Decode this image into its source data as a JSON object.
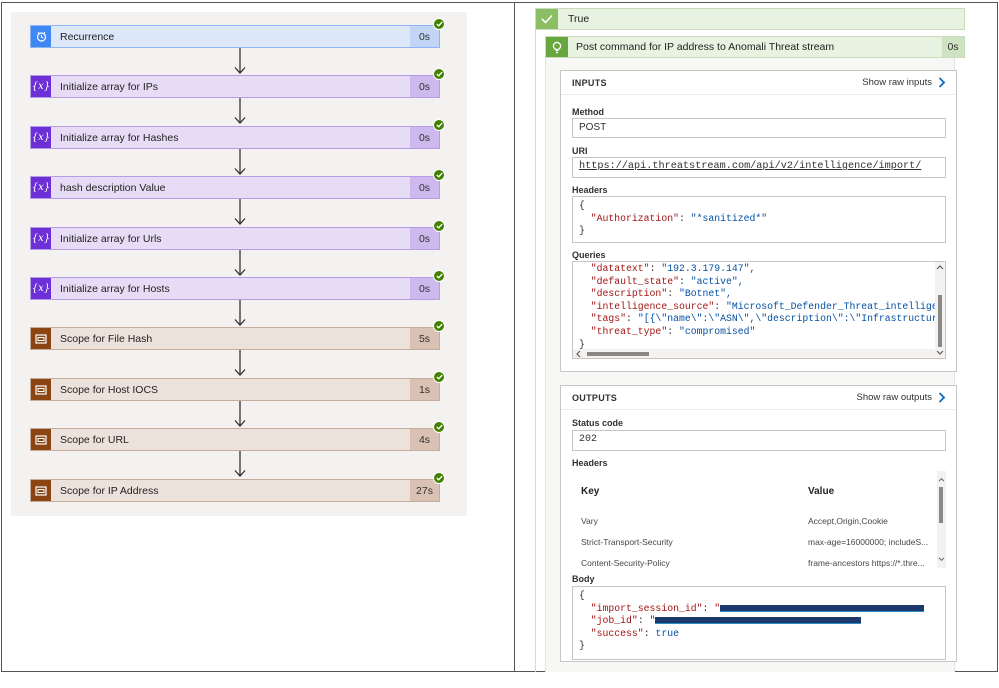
{
  "flow": {
    "steps": [
      {
        "label": "Recurrence",
        "duration": "0s",
        "kind": "recurrence",
        "icon": "clock-icon",
        "status": "succeeded"
      },
      {
        "label": "Initialize array for IPs",
        "duration": "0s",
        "kind": "variable",
        "icon": "variable-icon",
        "status": "succeeded"
      },
      {
        "label": "Initialize array for Hashes",
        "duration": "0s",
        "kind": "variable",
        "icon": "variable-icon",
        "status": "succeeded"
      },
      {
        "label": "hash description Value",
        "duration": "0s",
        "kind": "variable",
        "icon": "variable-icon",
        "status": "succeeded"
      },
      {
        "label": "Initialize array for Urls",
        "duration": "0s",
        "kind": "variable",
        "icon": "variable-icon",
        "status": "succeeded"
      },
      {
        "label": "Initialize array for Hosts",
        "duration": "0s",
        "kind": "variable",
        "icon": "variable-icon",
        "status": "succeeded"
      },
      {
        "label": "Scope for File Hash",
        "duration": "5s",
        "kind": "scope",
        "icon": "scope-icon",
        "status": "succeeded"
      },
      {
        "label": "Scope for Host IOCS",
        "duration": "1s",
        "kind": "scope",
        "icon": "scope-icon",
        "status": "succeeded"
      },
      {
        "label": "Scope for URL",
        "duration": "4s",
        "kind": "scope",
        "icon": "scope-icon",
        "status": "succeeded"
      },
      {
        "label": "Scope for IP Address",
        "duration": "27s",
        "kind": "scope",
        "icon": "scope-icon",
        "status": "succeeded"
      }
    ]
  },
  "branch": {
    "label": "True",
    "action": {
      "title": "Post command for IP address to Anomali Threat stream",
      "duration": "0s",
      "inputs": {
        "title": "INPUTS",
        "show_raw": "Show raw inputs",
        "method_label": "Method",
        "method": "POST",
        "uri_label": "URI",
        "uri": "https://api.threatstream.com/api/v2/intelligence/import/",
        "headers_label": "Headers",
        "headers_open": "{",
        "headers_key": "\"Authorization\"",
        "headers_val": "\"*sanitized*\"",
        "headers_close": "}",
        "queries_label": "Queries",
        "queries": [
          {
            "key": "\"datatext\"",
            "value": "\"192.3.179.147\","
          },
          {
            "key": "\"default_state\"",
            "value": "\"active\","
          },
          {
            "key": "\"description\"",
            "value": "\"Botnet\","
          },
          {
            "key": "\"intelligence_source\"",
            "value": "\"Microsoft_Defender_Threat_intelligence\","
          },
          {
            "key": "\"tags\"",
            "value": "\"[{\\\"name\\\":\\\"ASN\\\",\\\"description\\\":\\\"Infrastructure host"
          },
          {
            "key": "\"threat_type\"",
            "value": "\"compromised\""
          }
        ],
        "queries_close": "}"
      },
      "outputs": {
        "title": "OUTPUTS",
        "show_raw": "Show raw outputs",
        "status_label": "Status code",
        "status": "202",
        "headers_label": "Headers",
        "table_headers": [
          "Key",
          "Value"
        ],
        "table_rows": [
          {
            "key": "Vary",
            "value": "Accept,Origin,Cookie"
          },
          {
            "key": "Strict-Transport-Security",
            "value": "max-age=16000000; includeS..."
          },
          {
            "key": "Content-Security-Policy",
            "value": "frame-ancestors https://*.thre..."
          }
        ],
        "body_label": "Body",
        "body_open": "{",
        "body_key1": "\"import_session_id\"",
        "body_val1_prefix": "\"",
        "body_key2": "\"job_id\"",
        "body_val2_prefix": "\"",
        "body_key3": "\"success\"",
        "body_val3": "true",
        "body_close": "}"
      }
    }
  }
}
